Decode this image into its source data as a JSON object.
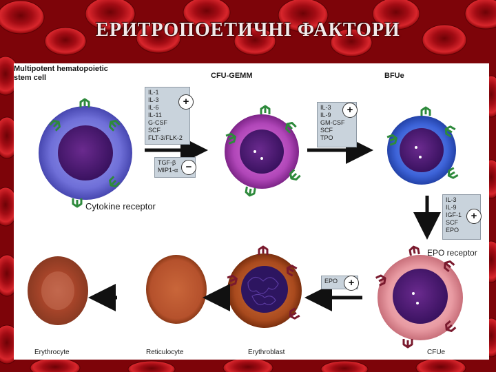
{
  "title": "ЕРИТРОПОЕТИЧНІ ФАКТОРИ",
  "colors": {
    "background": "#9c0a12",
    "stem_cell": "#6b6bd6",
    "cfu_gemm": "#b046b8",
    "bfu_e": "#3d63d8",
    "cfu_e": "#e89aa2",
    "erythroblast": "#a94a1e",
    "reticulocyte": "#b5512c",
    "erythrocyte": "#a8452a",
    "receptor_green": "#2e8a3c",
    "receptor_maroon": "#7a1a2e",
    "factor_box": "#c9d3dc"
  },
  "labels": {
    "stem_cell": "Multipotent hematopoietic stem cell",
    "stem_cell_line1": "Multipotent hematopoietic",
    "stem_cell_line2": "stem cell",
    "cfu_gemm": "CFU-GEMM",
    "bfu_e": "BFUe",
    "cytokine_receptor": "Cytokine receptor",
    "epo_receptor": "EPO receptor",
    "cfu_e": "CFUe",
    "erythroblast": "Erythroblast",
    "reticulocyte": "Reticulocyte",
    "erythrocyte": "Erythrocyte"
  },
  "factor_boxes": {
    "stem_to_gemm_positive": {
      "sign": "+",
      "items": [
        "IL-1",
        "IL-3",
        "IL-6",
        "IL-11",
        "G-CSF",
        "SCF",
        "FLT-3/FLK-2"
      ]
    },
    "stem_to_gemm_negative": {
      "sign": "−",
      "items": [
        "TGF-β",
        "MIP1-α"
      ]
    },
    "gemm_to_bfue": {
      "sign": "+",
      "items": [
        "IL-3",
        "IL-9",
        "GM-CSF",
        "SCF",
        "TPO"
      ]
    },
    "bfue_to_cfue": {
      "sign": "+",
      "items": [
        "IL-3",
        "IL-9",
        "IGF-1",
        "SCF",
        "EPO"
      ]
    },
    "cfue_to_erythroblast": {
      "sign": "+",
      "items": [
        "EPO"
      ]
    }
  }
}
